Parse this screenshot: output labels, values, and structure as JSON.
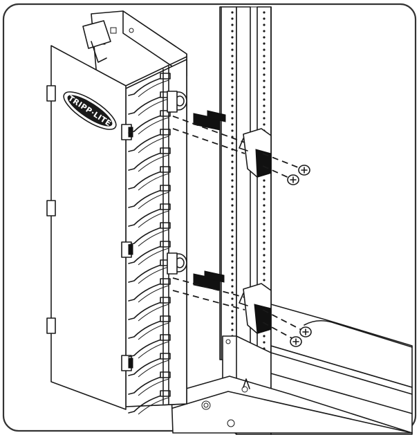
{
  "figure": {
    "brand_logo": "TRIPP·LITE",
    "colors": {
      "frame": "#333333",
      "line": "#1a1a1a",
      "fill": "#ffffff",
      "solid": "#111111"
    },
    "parts": {
      "cable_manager": "vertical-cable-manager",
      "rack_rail": "rack-rail",
      "brackets": "mounting-bracket",
      "screws": "mounting-screw"
    }
  }
}
